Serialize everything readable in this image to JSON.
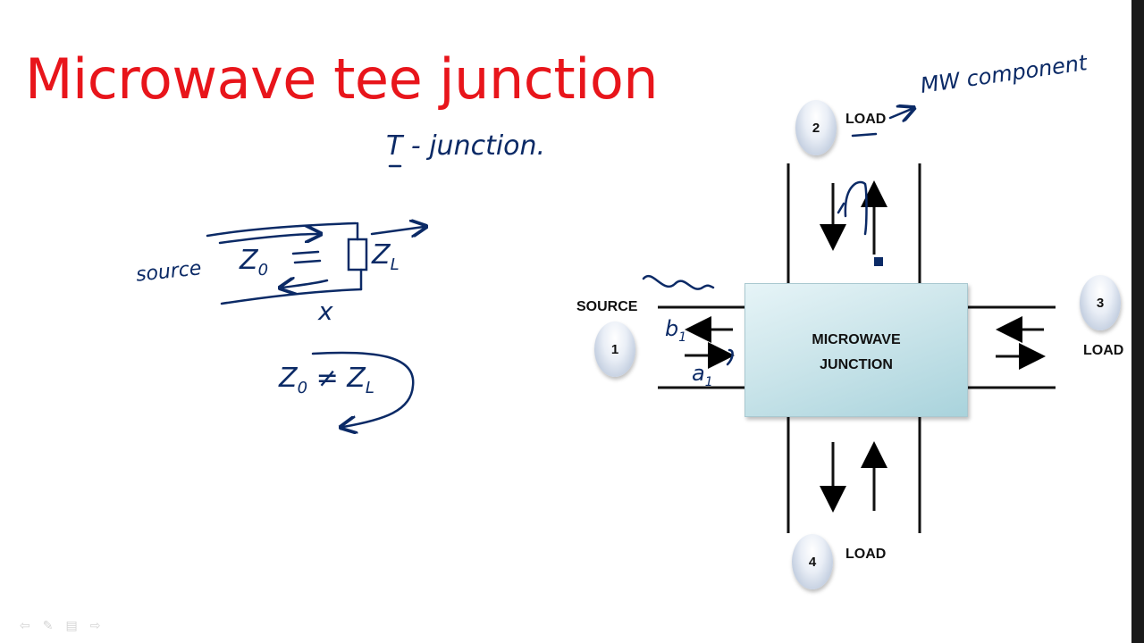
{
  "slide": {
    "title": "Microwave tee junction"
  },
  "handwriting": {
    "t_junction": "T - junction.",
    "source_word": "source",
    "z0": "Z",
    "z0_sub": "0",
    "zl": "Z",
    "zl_sub": "L",
    "x_mark": "x",
    "inequality": "Z",
    "inequality_sub0": "0",
    "inequality_ne": "≠",
    "inequality_zl": "Z",
    "inequality_subl": "L",
    "mw_component": "MW component",
    "b1": "b",
    "b1_sub": "1",
    "a1": "a",
    "a1_sub": "1"
  },
  "diagram": {
    "junction_line1": "MICROWAVE",
    "junction_line2": "JUNCTION",
    "ports": [
      {
        "number": "1",
        "label": "SOURCE"
      },
      {
        "number": "2",
        "label": "LOAD"
      },
      {
        "number": "3",
        "label": "LOAD"
      },
      {
        "number": "4",
        "label": "LOAD"
      }
    ]
  },
  "nav": {
    "prev_icon": "arrow-left-icon",
    "pen_icon": "pen-icon",
    "menu_icon": "menu-icon",
    "next_icon": "arrow-right-icon"
  }
}
